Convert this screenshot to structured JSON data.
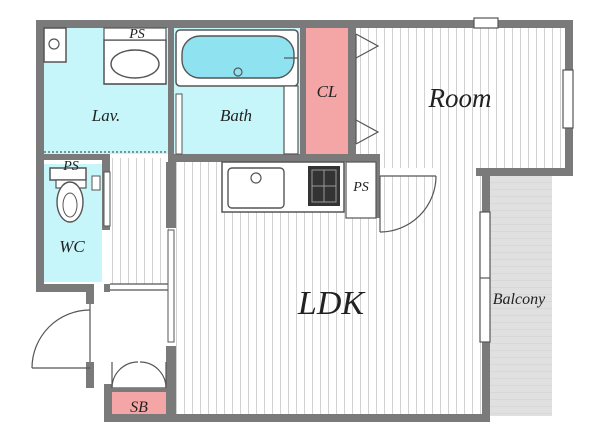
{
  "colors": {
    "wet_area": "#c6f6fa",
    "closet": "#f4a6a6",
    "balcony": "#e0e0e0",
    "wall": "#7a7a7a",
    "tub": "#8fe3f0",
    "floorboard": "#cfcfcf"
  },
  "rooms": {
    "lav": "Lav.",
    "bath": "Bath",
    "cl": "CL",
    "room": "Room",
    "wc": "WC",
    "ldk": "LDK",
    "balcony": "Balcony",
    "sb": "SB",
    "ps_top": "PS",
    "ps_wc": "PS",
    "ps_kitchen": "PS"
  }
}
